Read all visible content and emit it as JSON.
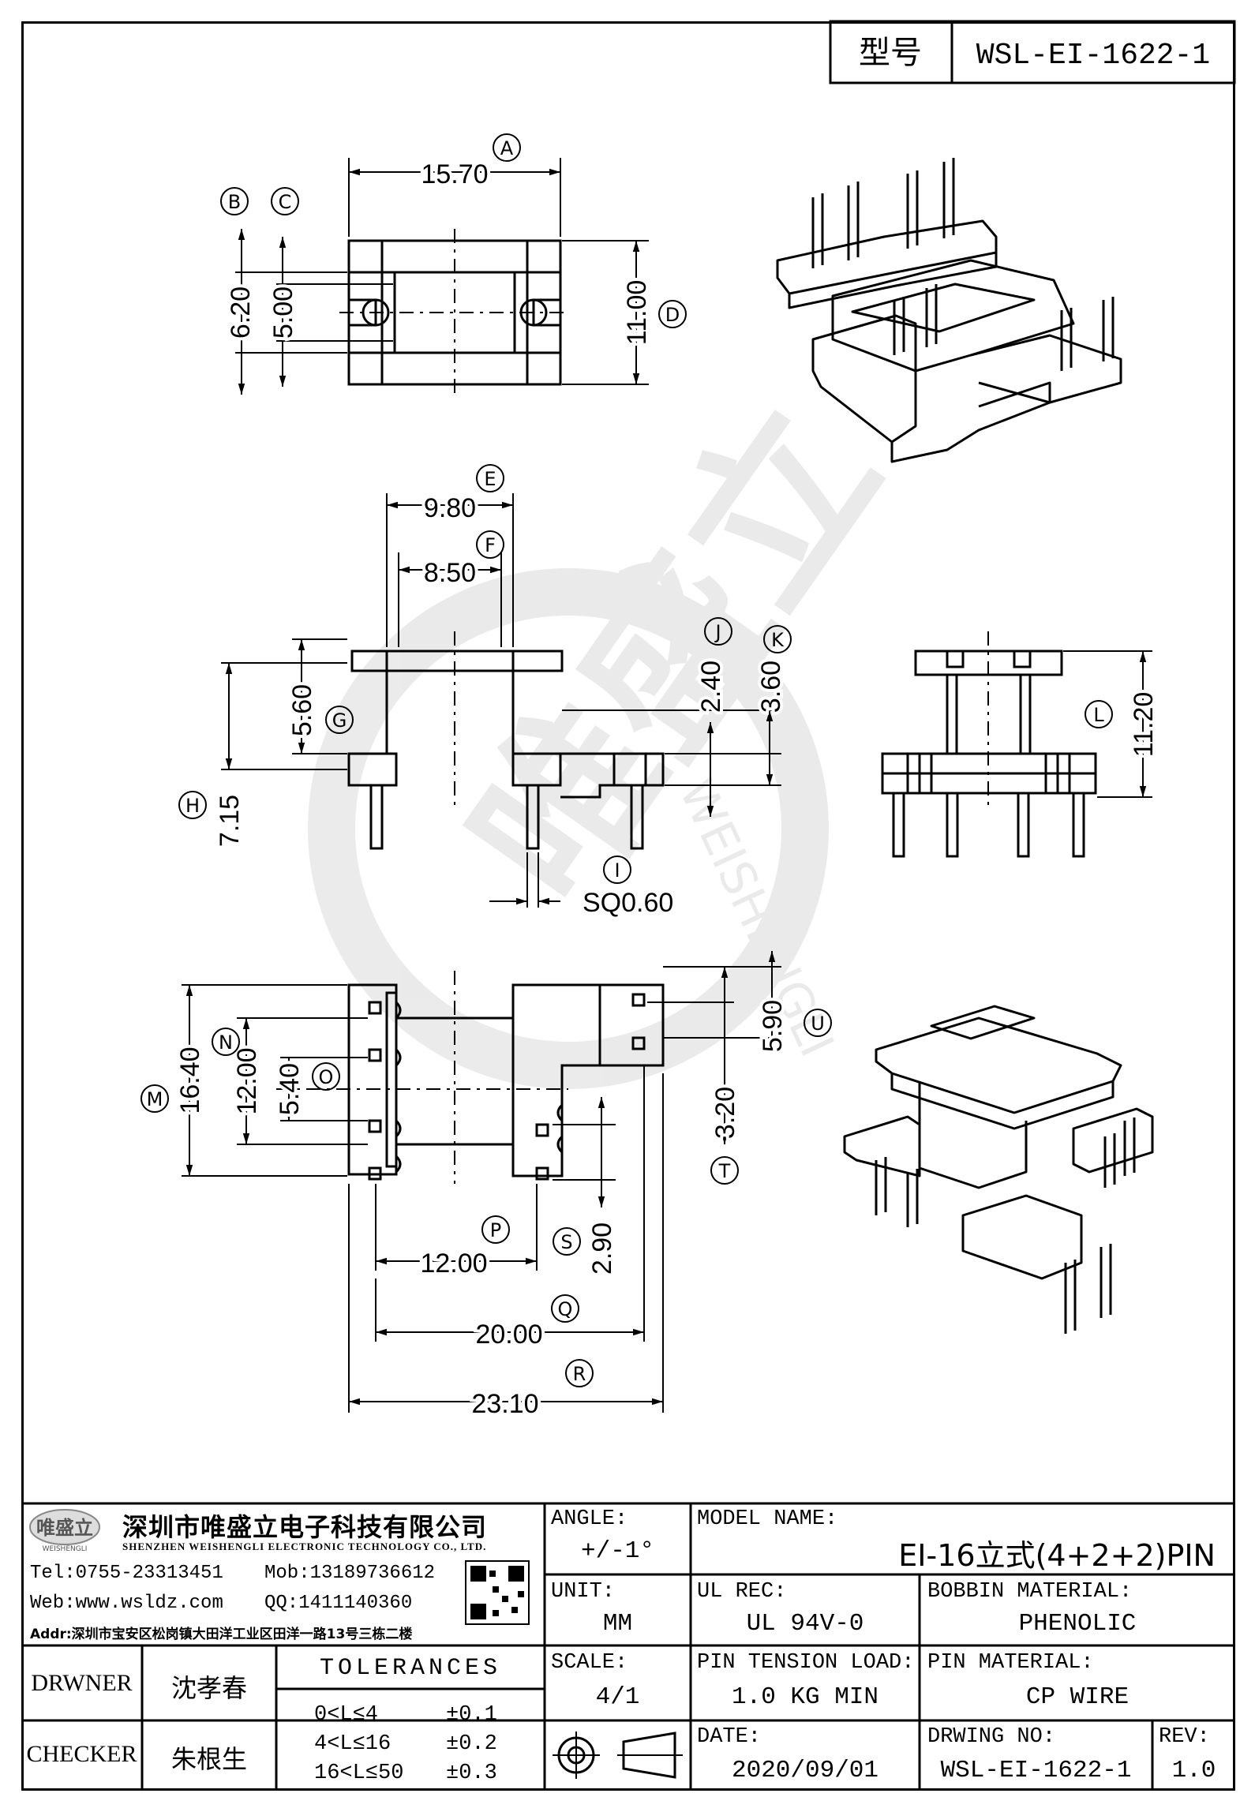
{
  "model_box": {
    "label": "型号",
    "number": "WSL-EI-1622-1"
  },
  "dimensions": {
    "A": "15.70",
    "B": "6.20",
    "C": "5.00",
    "D": "11.00",
    "E": "9.80",
    "F": "8.50",
    "G": "5.60",
    "H": "7.15",
    "I": "SQ0.60",
    "J": "2.40",
    "K": "3.60",
    "L": "11.20",
    "M": "16.40",
    "N": "12.00",
    "O": "5.40",
    "P": "12.00",
    "Q": "20.00",
    "R": "23.10",
    "S": "2.90",
    "T": "3.20",
    "U": "5.90"
  },
  "watermark": {
    "cn": "唯盛立",
    "en": "WEISHENGLI"
  },
  "company": {
    "logo_cn": "唯盛立",
    "logo_en": "WEISHENGLI",
    "name_cn": "深圳市唯盛立电子科技有限公司",
    "name_en": "SHENZHEN WEISHENGLI ELECTRONIC TECHNOLOGY CO., LTD.",
    "tel": "Tel:0755-23313451",
    "mob": "Mob:13189736612",
    "web": "Web:www.wsldz.com",
    "qq": "QQ:1411140360",
    "addr": "Addr:深圳市宝安区松岗镇大田洋工业区田洋一路13号三栋二楼"
  },
  "title_block": {
    "angle_label": "ANGLE:",
    "angle_value": "+/-1°",
    "model_label": "MODEL NAME:",
    "model_value": "EI-16立式(4+2+2)PIN",
    "unit_label": "UNIT:",
    "unit_value": "MM",
    "ul_label": "UL REC:",
    "ul_value": "UL 94V-0",
    "bobbin_label": "BOBBIN MATERIAL:",
    "bobbin_value": "PHENOLIC",
    "scale_label": "SCALE:",
    "scale_value": "4/1",
    "tension_label": "PIN TENSION LOAD:",
    "tension_value": "1.0 KG MIN",
    "pinmat_label": "PIN MATERIAL:",
    "pinmat_value": "CP WIRE",
    "date_label": "DATE:",
    "date_value": "2020/09/01",
    "drwno_label": "DRWING NO:",
    "drwno_value": "WSL-EI-1622-1",
    "rev_label": "REV:",
    "rev_value": "1.0",
    "drawner_label": "DRWNER",
    "drawner_value": "沈孝春",
    "checker_label": "CHECKER",
    "checker_value": "朱根生",
    "tolerances_title": "TOLERANCES",
    "tol1_range": "0<L≤4",
    "tol1_value": "±0.1",
    "tol2_range": "4<L≤16",
    "tol2_value": "±0.2",
    "tol3_range": "16<L≤50",
    "tol3_value": "±0.3"
  }
}
